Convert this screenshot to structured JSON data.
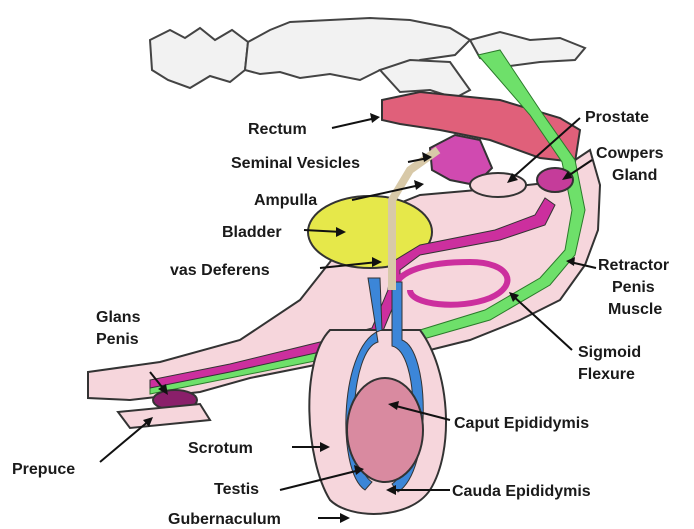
{
  "labels": {
    "rectum": "Rectum",
    "seminal_vesicles": "Seminal Vesicles",
    "ampulla": "Ampulla",
    "bladder": "Bladder",
    "vas_deferens": "vas Deferens",
    "glans_penis_1": "Glans",
    "glans_penis_2": "Penis",
    "prepuce": "Prepuce",
    "scrotum": "Scrotum",
    "testis": "Testis",
    "gubernaculum": "Gubernaculum",
    "prostate": "Prostate",
    "cowpers_1": "Cowpers",
    "cowpers_2": "Gland",
    "retractor_1": "Retractor",
    "retractor_2": "Penis",
    "retractor_3": "Muscle",
    "sigmoid_1": "Sigmoid",
    "sigmoid_2": "Flexure",
    "caput": "Caput Epididymis",
    "cauda": "Cauda Epididymis"
  },
  "colors": {
    "bone": "#f2f2f2",
    "rectum": "#e0607a",
    "seminal": "#d04ab0",
    "bladder": "#e6e84a",
    "tissue": "#f6d6dc",
    "penis_magenta": "#cc2f9e",
    "retractor_green": "#6ee06a",
    "epididymis_blue": "#3c86d8",
    "testis": "#d98aa0",
    "vas": "#d8c9a8"
  }
}
